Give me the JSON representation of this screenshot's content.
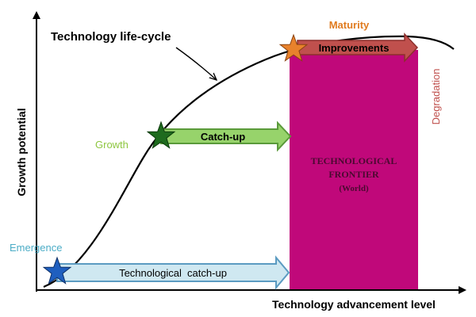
{
  "axes": {
    "y_label": "Growth potential",
    "x_label": "Technology advancement level"
  },
  "curve": {
    "label": "Technology life-cycle"
  },
  "stages": {
    "emergence": "Emergence",
    "growth": "Growth",
    "maturity": "Maturity",
    "degradation": "Degradation"
  },
  "arrows": {
    "technological_catch_up": "Technological  catch-up",
    "catch_up": "Catch-up",
    "improvements": "Improvements"
  },
  "frontier": {
    "line1": "TECHNOLOGICAL",
    "line2": "FRONTIER",
    "line3": "(World)"
  },
  "colors": {
    "frontier_fill": "#c0087a",
    "tech_catchup_fill": "#cfe8f1",
    "tech_catchup_stroke": "#5b9bc1",
    "catchup_fill": "#97d36b",
    "catchup_stroke": "#5a9a3a",
    "improvements_fill": "#c0504d",
    "improvements_stroke": "#8c2f2c",
    "emergence_text": "#4bacc6",
    "growth_text": "#8dc63f",
    "maturity_text": "#e07b1f",
    "degradation_text": "#c0504d",
    "star_blue": "#1f5fbf",
    "star_green": "#1e6b1e",
    "star_orange": "#e8822c"
  }
}
